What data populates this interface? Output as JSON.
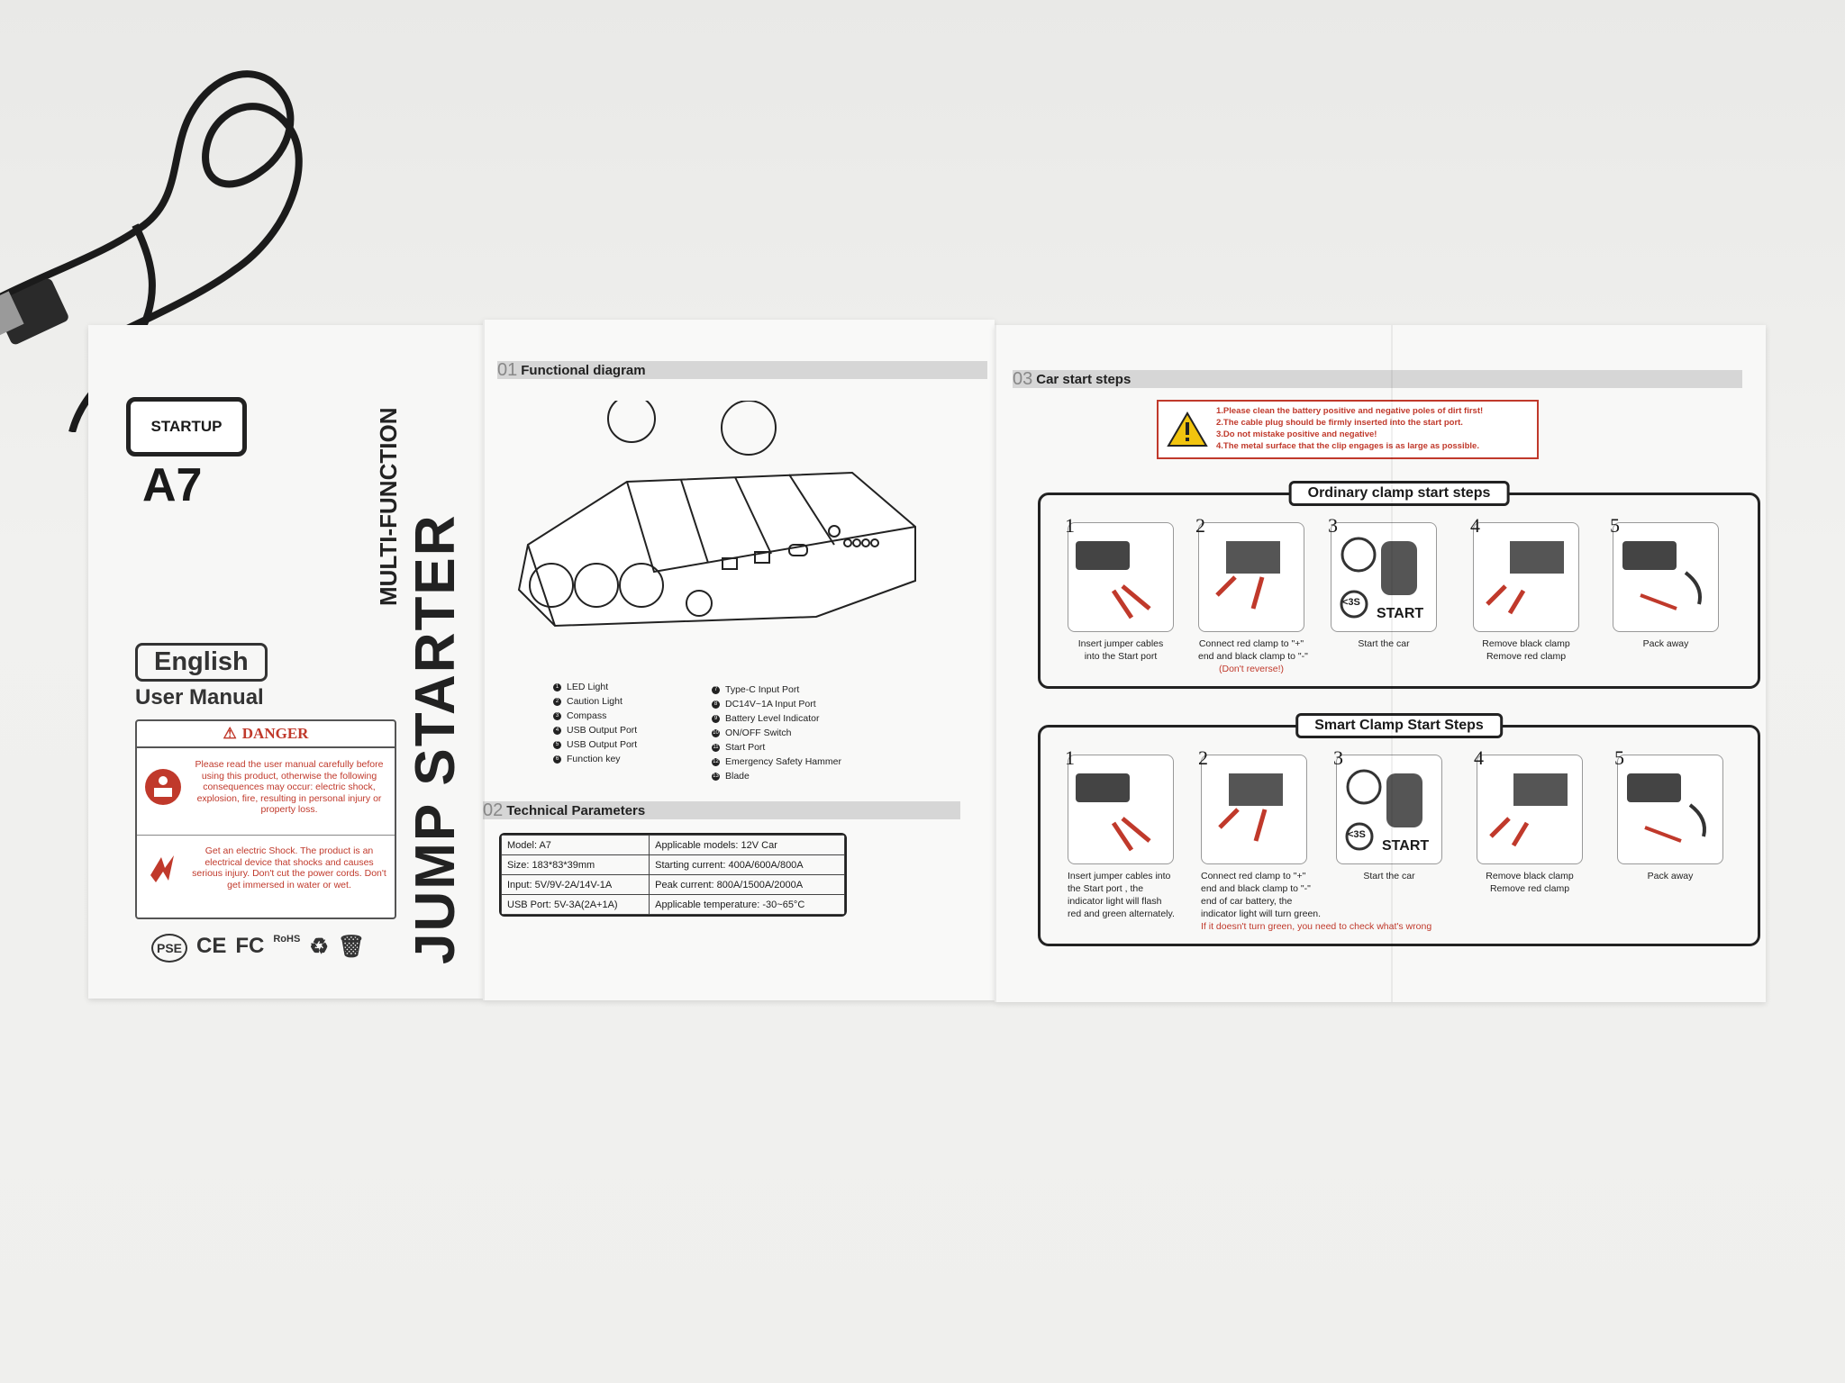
{
  "cover": {
    "brand": "STARTUP",
    "model": "A7",
    "title_small": "MULTI-FUNCTION",
    "title_big": "JUMP STARTER",
    "language": "English",
    "manual": "User Manual",
    "danger_title": "DANGER",
    "danger_text_1": "Please read the user manual carefully before using this product, otherwise the following consequences may occur: electric shock, explosion, fire, resulting in personal injury or property loss.",
    "danger_text_2": "Get an electric Shock. The product is an electrical device that shocks and causes serious injury. Don't cut the power cords. Don't get immersed in water or wet.",
    "certs": [
      "PSE",
      "CE",
      "FC",
      "RoHS"
    ]
  },
  "functional": {
    "num": "01",
    "title": "Functional diagram",
    "legend_left": [
      "LED Light",
      "Caution Light",
      "Compass",
      "USB Output Port",
      "USB Output Port",
      "Function key"
    ],
    "legend_right": [
      "Type-C Input Port",
      "DC14V~1A Input Port",
      "Battery Level Indicator",
      "ON/OFF Switch",
      "Start Port",
      "Emergency Safety Hammer",
      "Blade"
    ]
  },
  "technical": {
    "num": "02",
    "title": "Technical Parameters",
    "rows": [
      [
        "Model: A7",
        "Applicable models: 12V Car"
      ],
      [
        "Size: 183*83*39mm",
        "Starting current: 400A/600A/800A"
      ],
      [
        "Input: 5V/9V-2A/14V-1A",
        "Peak current: 800A/1500A/2000A"
      ],
      [
        "USB Port: 5V-3A(2A+1A)",
        "Applicable temperature: -30~65°C"
      ]
    ]
  },
  "car_start": {
    "num": "03",
    "title": "Car start steps",
    "warnings": [
      "1.Please clean the battery positive and negative poles of dirt first!",
      "2.The cable plug should be firmly inserted into the start port.",
      "3.Do not mistake positive and negative!",
      "4.The metal surface that the clip engages is as large as possible."
    ],
    "ordinary": {
      "title": "Ordinary clamp start steps",
      "steps": [
        {
          "n": "1",
          "text": [
            "Insert jumper cables",
            "into the Start port"
          ]
        },
        {
          "n": "2",
          "text": [
            "Connect red clamp to \"+\"",
            "end and black clamp to \"-\""
          ],
          "note": "(Don't reverse!)"
        },
        {
          "n": "3",
          "text": [
            "Start the car"
          ],
          "timer": "<3S",
          "start": "START"
        },
        {
          "n": "4",
          "text": [
            "Remove black clamp",
            "Remove red clamp"
          ]
        },
        {
          "n": "5",
          "text": [
            "Pack away"
          ]
        }
      ]
    },
    "smart": {
      "title": "Smart Clamp Start Steps",
      "steps": [
        {
          "n": "1",
          "text": [
            "Insert jumper cables into",
            "the Start port , the",
            "indicator light will flash",
            "red and green alternately."
          ]
        },
        {
          "n": "2",
          "text": [
            "Connect red clamp to \"+\"",
            "end and black clamp to \"-\"",
            "end of car battery, the",
            "indicator light will turn green."
          ],
          "note": "If it doesn't turn green, you need to check what's wrong"
        },
        {
          "n": "3",
          "text": [
            "Start the car"
          ],
          "timer": "<3S",
          "start": "START"
        },
        {
          "n": "4",
          "text": [
            "Remove black clamp",
            "Remove red clamp"
          ]
        },
        {
          "n": "5",
          "text": [
            "Pack away"
          ]
        }
      ]
    }
  },
  "colors": {
    "accent_red": "#c0392b",
    "ink": "#222222",
    "paper": "#f8f8f7"
  }
}
